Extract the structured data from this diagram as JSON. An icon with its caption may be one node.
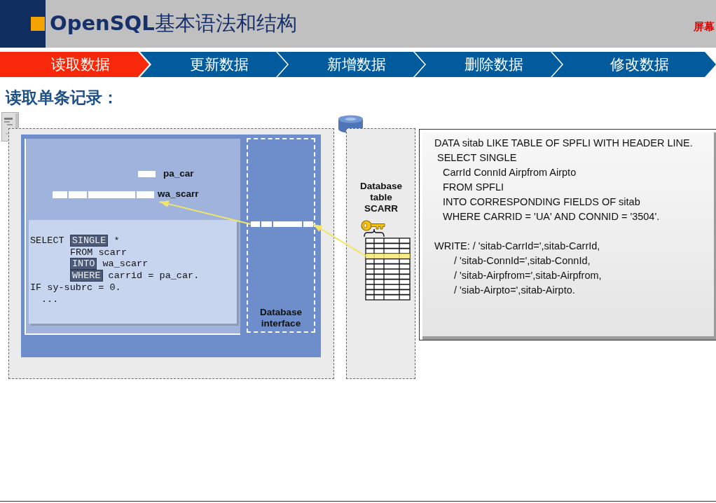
{
  "diagram": {
    "title": "**OpenSQL**基本语法和结构",
    "nodes": [
      {
        "text": [
          "读取数据"
        ]
      },
      {
        "text": [
          "更新数据"
        ]
      },
      {
        "text": [
          "新增数据"
        ]
      },
      {
        "text": [
          "删除数据"
        ]
      },
      {
        "text": [
          "修改数据"
        ]
      },
      {
        "text": [],
        "shape": "box"
      },
      {
        "text": [],
        "shape": "box",
        "in": 5
      },
      {
        "text": [],
        "shape": "box",
        "in": 6
      },
      {
        "text": [
          "pa_car"
        ],
        "in": 7
      },
      {
        "text": [
          "wa_scarr"
        ],
        "in": 7
      },
      {
        "text": [
          "SELECT **SINGLE** *",
          "FROM scarr",
          "**INTO** wa_scarr",
          "**WHERE** carrid = pa_car.",
          "IF sy-subrc = 0.",
          "..."
        ],
        "in": 7
      },
      {
        "text": [
          "Database interface"
        ],
        "in": 6
      },
      {
        "text": [],
        "shape": "bar",
        "in": 11
      },
      {
        "text": [],
        "shape": "box"
      },
      {
        "text": [
          "Database table SCARR"
        ],
        "in": 13
      },
      {
        "text": [],
        "shape": "bar",
        "in": 14
      },
      {
        "text": [
          "DATA sitab LIKE TABLE OF SPFLI WITH HEADER LINE.",
          "SELECT SINGLE",
          "CarrId ConnId Airpfrom Airpto",
          "FROM SPFLI",
          "INTO CORRESPONDING FIELDS OF sitab",
          "WHERE CARRID = 'UA' AND CONNID = '3504'.",
          "WRITE: / 'sitab-CarrId=',sitab-CarrId,",
          "/ 'sitab-ConnId=',sitab-ConnId,",
          "/ 'sitab-Airpfrom=',sitab-Airpfrom,",
          "/ 'siab-Airpto=',sitab-Airpto."
        ]
      }
    ],
    "edges": [
      {
        "from": 15,
        "to": 12,
        "arrow": "to"
      },
      {
        "from": 12,
        "to": 9,
        "arrow": "to"
      }
    ],
    "labels": [
      "屏幕",
      "读取单条记录："
    ]
  }
}
